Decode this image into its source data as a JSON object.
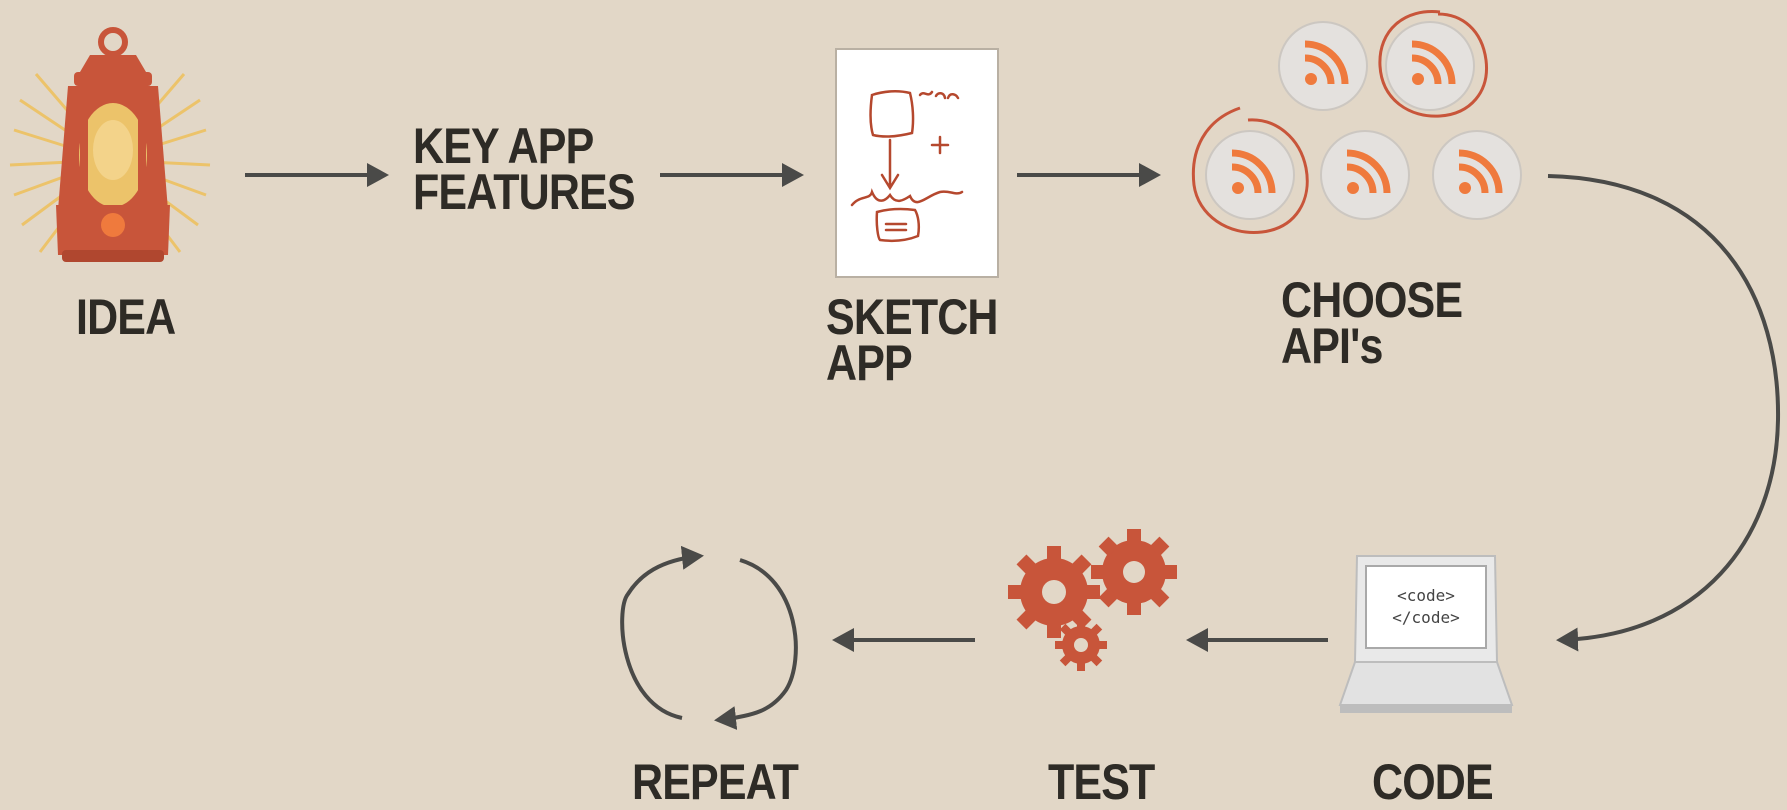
{
  "steps": {
    "idea": "IDEA",
    "features": "KEY APP\nFEATURES",
    "sketch": "SKETCH\nAPP",
    "apis": "CHOOSE\nAPI's",
    "code": "CODE",
    "test": "TEST",
    "repeat": "REPEAT"
  },
  "laptop_screen": {
    "line1": "<code>",
    "line2": "</code>"
  },
  "icons": {
    "idea": "lantern-icon",
    "sketch": "sketch-paper-icon",
    "apis": "rss-feed-icon",
    "code": "laptop-icon",
    "test": "gears-icon",
    "repeat": "cycle-arrows-icon"
  },
  "colors": {
    "background": "#e2d7c7",
    "accent": "#c8553a",
    "rss_orange": "#ef7a3d",
    "arrow": "#4a4a48",
    "text": "#2e2b26"
  }
}
